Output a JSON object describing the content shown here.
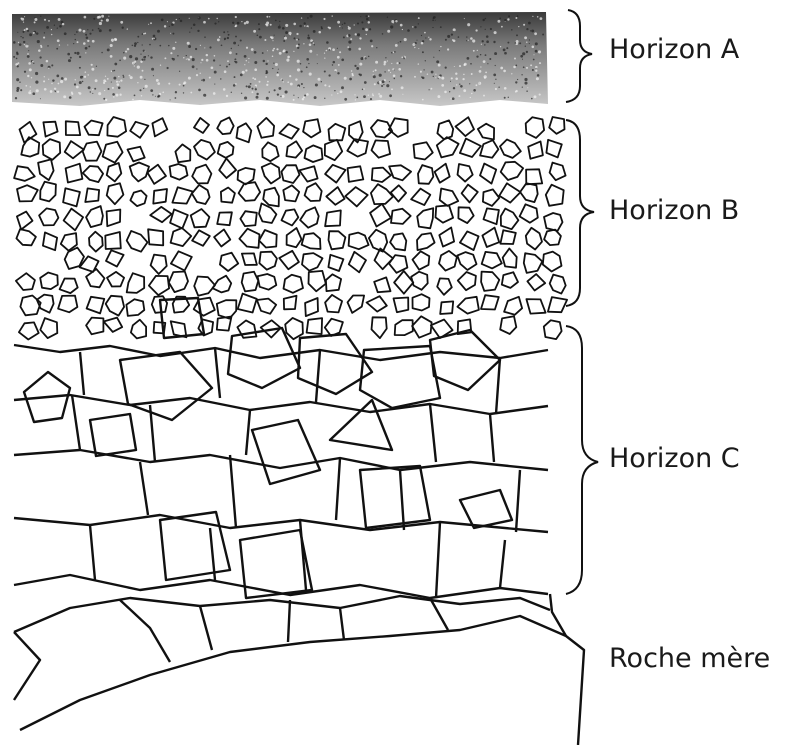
{
  "horizons": [
    {
      "key": "a",
      "label": "Horizon A"
    },
    {
      "key": "b",
      "label": "Horizon B"
    },
    {
      "key": "c",
      "label": "Horizon C"
    },
    {
      "key": "r",
      "label": "Roche mère"
    }
  ],
  "colors": {
    "ink": "#111111",
    "topsoil_dark": "#4a4a4a",
    "topsoil_light": "#bdbdbd",
    "paper": "#ffffff"
  }
}
